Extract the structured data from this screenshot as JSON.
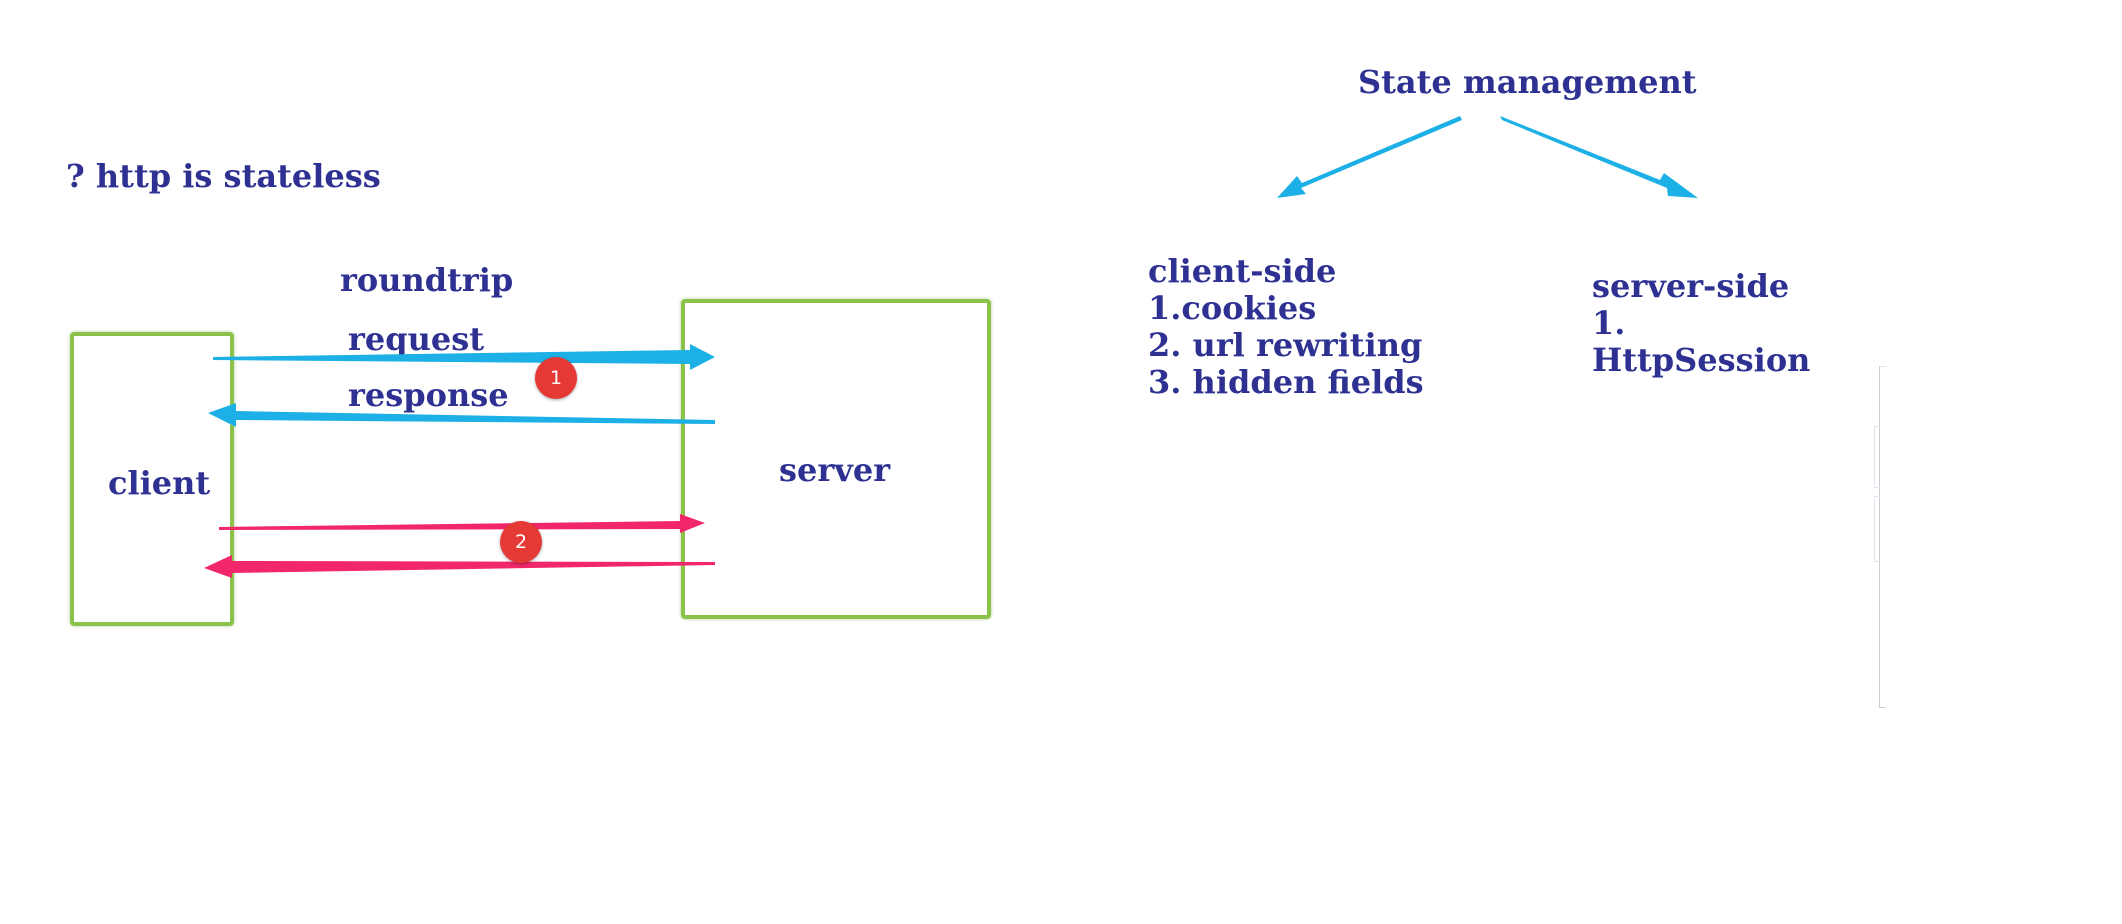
{
  "question": "? http is stateless",
  "roundtrip_label": "roundtrip",
  "request_label": "request",
  "response_label": "response",
  "client_label": "client",
  "server_label": "server",
  "badges": [
    "1",
    "2"
  ],
  "state_management": {
    "title": "State management",
    "client_side": {
      "heading": "client-side",
      "items": [
        "1.cookies",
        "2. url rewriting",
        "3. hidden fields"
      ]
    },
    "server_side": {
      "heading": "server-side",
      "items": [
        "1.",
        "HttpSession"
      ]
    }
  },
  "colors": {
    "text": "#2e3192",
    "box_border": "#8bc34a",
    "blue_arrow": "#1cb0e6",
    "pink_arrow": "#f2266a",
    "badge": "#e53935"
  }
}
